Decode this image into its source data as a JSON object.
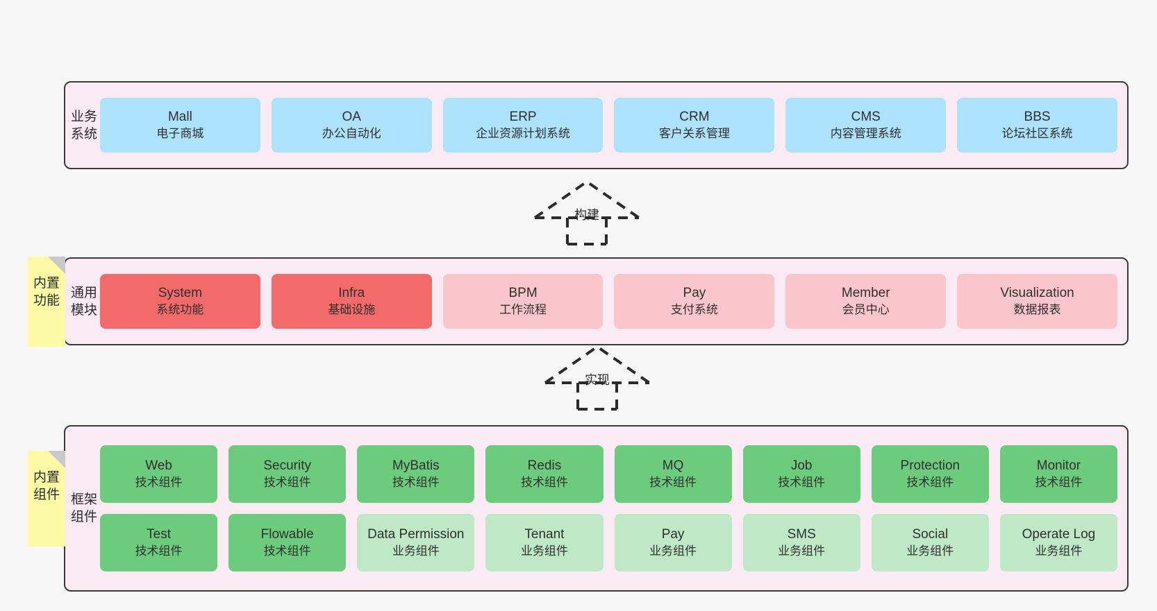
{
  "diagram": {
    "layers": [
      {
        "id": "business",
        "title": "业务系统",
        "rows": [
          {
            "cards": [
              {
                "title": "Mall",
                "sub": "电子商城",
                "color": "#ace2fb"
              },
              {
                "title": "OA",
                "sub": "办公自动化",
                "color": "#ace2fb"
              },
              {
                "title": "ERP",
                "sub": "企业资源计划系统",
                "color": "#ace2fb"
              },
              {
                "title": "CRM",
                "sub": "客户关系管理",
                "color": "#ace2fb"
              },
              {
                "title": "CMS",
                "sub": "内容管理系统",
                "color": "#ace2fb"
              },
              {
                "title": "BBS",
                "sub": "论坛社区系统",
                "color": "#ace2fb"
              }
            ]
          }
        ]
      },
      {
        "id": "common",
        "title": "通用模块",
        "rows": [
          {
            "cards": [
              {
                "title": "System",
                "sub": "系统功能",
                "color": "#f26a6a"
              },
              {
                "title": "Infra",
                "sub": "基础设施",
                "color": "#f26a6a"
              },
              {
                "title": "BPM",
                "sub": "工作流程",
                "color": "#fbc5cc"
              },
              {
                "title": "Pay",
                "sub": "支付系统",
                "color": "#fbc5cc"
              },
              {
                "title": "Member",
                "sub": "会员中心",
                "color": "#fbc5cc"
              },
              {
                "title": "Visualization",
                "sub": "数据报表",
                "color": "#fbc5cc"
              }
            ]
          }
        ]
      },
      {
        "id": "framework",
        "title": "框架组件",
        "rows": [
          {
            "cards": [
              {
                "title": "Web",
                "sub": "技术组件",
                "color": "#6ccb7d"
              },
              {
                "title": "Security",
                "sub": "技术组件",
                "color": "#6ccb7d"
              },
              {
                "title": "MyBatis",
                "sub": "技术组件",
                "color": "#6ccb7d"
              },
              {
                "title": "Redis",
                "sub": "技术组件",
                "color": "#6ccb7d"
              },
              {
                "title": "MQ",
                "sub": "技术组件",
                "color": "#6ccb7d"
              },
              {
                "title": "Job",
                "sub": "技术组件",
                "color": "#6ccb7d"
              },
              {
                "title": "Protection",
                "sub": "技术组件",
                "color": "#6ccb7d"
              },
              {
                "title": "Monitor",
                "sub": "技术组件",
                "color": "#6ccb7d"
              }
            ]
          },
          {
            "cards": [
              {
                "title": "Test",
                "sub": "技术组件",
                "color": "#6ccb7d"
              },
              {
                "title": "Flowable",
                "sub": "技术组件",
                "color": "#6ccb7d"
              },
              {
                "title": "Data Permission",
                "sub": "业务组件",
                "color": "#bfe8c6"
              },
              {
                "title": "Tenant",
                "sub": "业务组件",
                "color": "#bfe8c6"
              },
              {
                "title": "Pay",
                "sub": "业务组件",
                "color": "#bfe8c6"
              },
              {
                "title": "SMS",
                "sub": "业务组件",
                "color": "#bfe8c6"
              },
              {
                "title": "Social",
                "sub": "业务组件",
                "color": "#bfe8c6"
              },
              {
                "title": "Operate Log",
                "sub": "业务组件",
                "color": "#bfe8c6"
              }
            ]
          }
        ]
      }
    ],
    "sticky_notes": [
      {
        "id": "builtin-function",
        "label": "内置功能",
        "color": "#fcfaa4"
      },
      {
        "id": "builtin-component",
        "label": "内置组件",
        "color": "#fcfaa4"
      }
    ],
    "arrows": [
      {
        "id": "build",
        "label": "构建",
        "style": "dashed-generalization"
      },
      {
        "id": "realize",
        "label": "实现",
        "style": "dashed-generalization"
      }
    ],
    "colors": {
      "panel_background": "#f9eaf4",
      "panel_border": "#3a3a3a",
      "canvas": "#f7f7f7",
      "business_card": "#ace2fb",
      "core_module": "#f26a6a",
      "optional_module": "#fbc5cc",
      "tech_component": "#6ccb7d",
      "business_component": "#bfe8c6",
      "sticky": "#fcfaa4"
    }
  }
}
